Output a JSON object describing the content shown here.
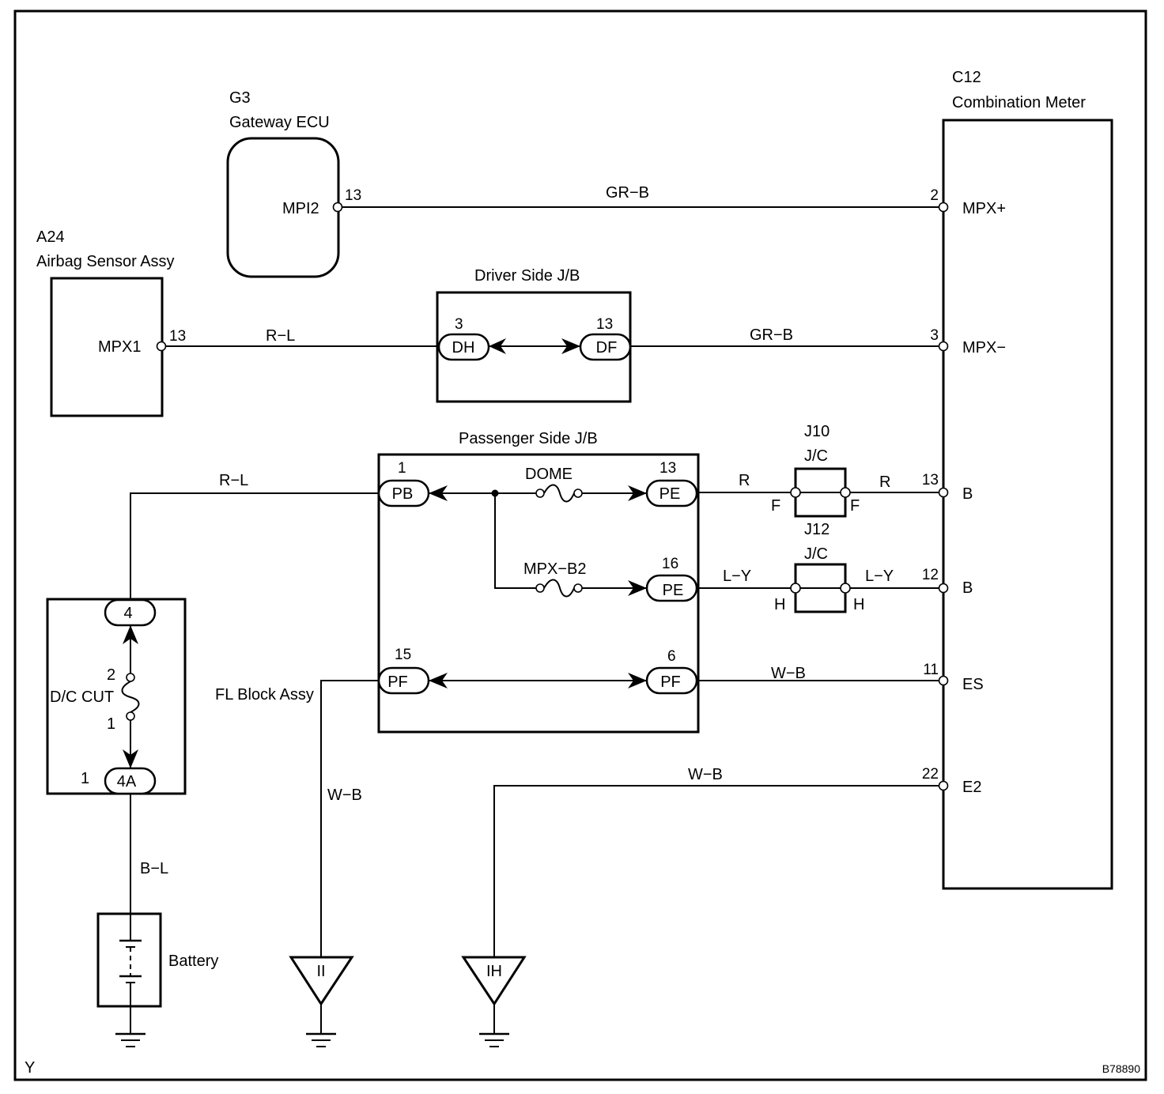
{
  "diagram": {
    "figure_code": "B78890",
    "corner_label": "Y",
    "components": {
      "gateway": {
        "code": "G3",
        "name": "Gateway ECU",
        "pin_name": "MPI2",
        "pin": "13"
      },
      "airbag": {
        "code": "A24",
        "name": "Airbag Sensor Assy",
        "pin_name": "MPX1",
        "pin": "13"
      },
      "meter": {
        "code": "C12",
        "name": "Combination Meter",
        "pins": [
          {
            "num": "2",
            "name": "MPX+"
          },
          {
            "num": "3",
            "name": "MPX−"
          },
          {
            "num": "13",
            "name": "B"
          },
          {
            "num": "12",
            "name": "B"
          },
          {
            "num": "11",
            "name": "ES"
          },
          {
            "num": "22",
            "name": "E2"
          }
        ]
      },
      "driver_jb": {
        "name": "Driver Side J/B",
        "left": {
          "connector": "DH",
          "pin": "3"
        },
        "right": {
          "connector": "DF",
          "pin": "13"
        }
      },
      "passenger_jb": {
        "name": "Passenger Side J/B",
        "pb": {
          "connector": "PB",
          "pin": "1"
        },
        "pe1": {
          "connector": "PE",
          "pin": "13"
        },
        "pe2": {
          "connector": "PE",
          "pin": "16"
        },
        "pf_left": {
          "connector": "PF",
          "pin": "15"
        },
        "pf_right": {
          "connector": "PF",
          "pin": "6"
        },
        "fuse_dome": "DOME",
        "fuse_mpx": "MPX−B2"
      },
      "j10": {
        "code": "J10",
        "type": "J/C",
        "pin_left": "F",
        "pin_right": "F"
      },
      "j12": {
        "code": "J12",
        "type": "J/C",
        "pin_left": "H",
        "pin_right": "H"
      },
      "fl_block": {
        "name": "FL Block Assy",
        "top_connector": "4",
        "bottom_connector": "4A",
        "bottom_pin": "1",
        "fuse": "D/C CUT",
        "fuse_pin_top": "2",
        "fuse_pin_bottom": "1"
      },
      "battery": {
        "name": "Battery"
      },
      "ground_ii": "II",
      "ground_ih": "IH"
    },
    "wires": {
      "gateway_meter": "GR−B",
      "airbag_driver": "R−L",
      "driver_meter": "GR−B",
      "fl_passenger": "R−L",
      "pe_j10": "R",
      "j10_meter": "R",
      "pe_j12": "L−Y",
      "j12_meter": "L−Y",
      "pf_meter": "W−B",
      "pf_ground": "W−B",
      "meter_ground": "W−B",
      "fl_battery": "B−L"
    }
  }
}
